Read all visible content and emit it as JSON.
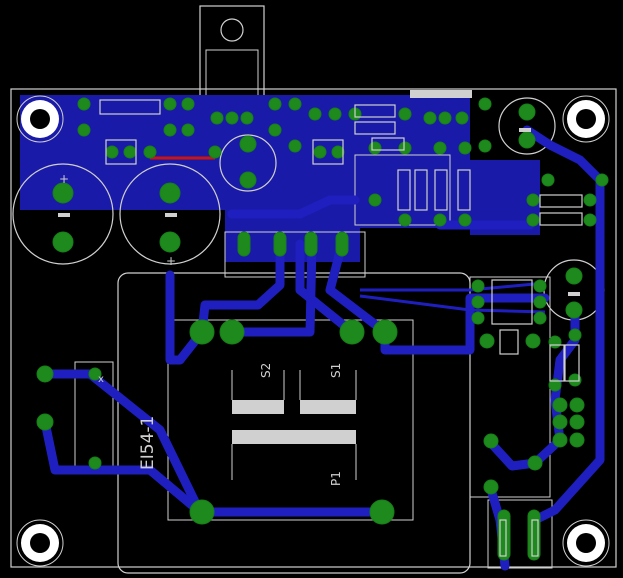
{
  "board": {
    "background": "#000000",
    "outline_color": "#d0d0d0",
    "pour_color": "#1a1aa8",
    "trace_color": "#1f1fc0",
    "pad_color": "#1e8a1e",
    "red_trace_color": "#c81414"
  },
  "labels": {
    "transformer": "EI54-1",
    "s2": "S2",
    "s1": "S1",
    "p1": "P1",
    "plus": "+",
    "x": "x"
  }
}
